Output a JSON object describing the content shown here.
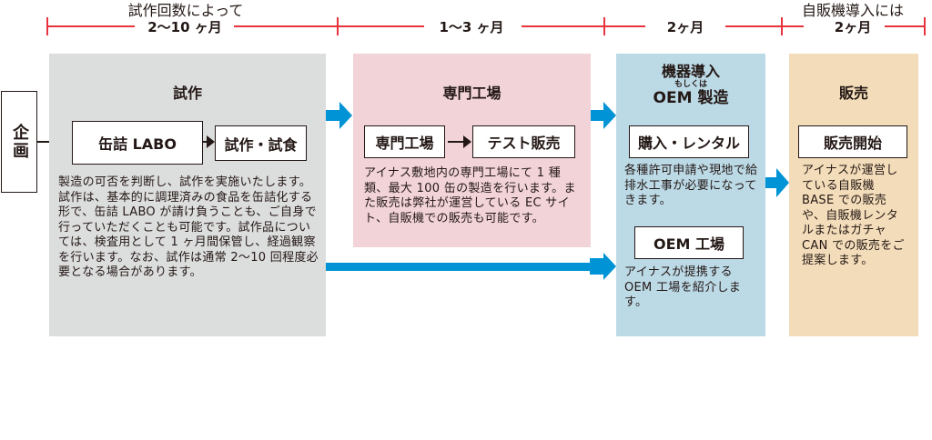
{
  "colors": {
    "timeline": "#e8333f",
    "arrow_blue": "#0094d6",
    "panel_trial": "#dcdddd",
    "panel_factory": "#f2d3d8",
    "panel_equipment": "#bcd9e6",
    "panel_sales": "#f3dcb9"
  },
  "timeline": {
    "segments": [
      {
        "note": "試作回数によって",
        "label": "2〜10 ヶ月"
      },
      {
        "note": "",
        "label": "1〜3 ヶ月"
      },
      {
        "note": "",
        "label": "2ヶ月"
      },
      {
        "note": "自販機導入には",
        "label": "2ヶ月"
      }
    ]
  },
  "start": {
    "label": "企画"
  },
  "panels": {
    "trial": {
      "title": "試作",
      "steps": [
        "缶詰 LABO",
        "試作・試食"
      ],
      "description": "製造の可否を判断し、試作を実施いたします。試作は、基本的に調理済みの食品を缶詰化する形で、缶詰 LABO が請け負うことも、ご自身で行っていただくことも可能です。試作品については、検査用として 1 ヶ月間保管し、経過観察を行います。なお、試作は通常 2〜10 回程度必要となる場合があります。"
    },
    "factory": {
      "title": "専門工場",
      "steps": [
        "専門工場",
        "テスト販売"
      ],
      "description": "アイナス敷地内の専門工場にて 1 種類、最大 100 缶の製造を行います。また販売は弊社が運営している EC サイト、自販機での販売も可能です。"
    },
    "equipment": {
      "title_line1": "機器導入",
      "title_small": "もしくは",
      "title_line2": "OEM 製造",
      "option1": {
        "label": "購入・レンタル",
        "description": "各種許可申請や現地で給排水工事が必要になってきます。"
      },
      "option2": {
        "label": "OEM 工場",
        "description": "アイナスが提携する OEM 工場を紹介します。"
      }
    },
    "sales": {
      "title": "販売",
      "step": "販売開始",
      "description": "アイナスが運営している自販機 BASE での販売や、自販機レンタルまたはガチャ CAN での販売をご提案します。"
    }
  }
}
